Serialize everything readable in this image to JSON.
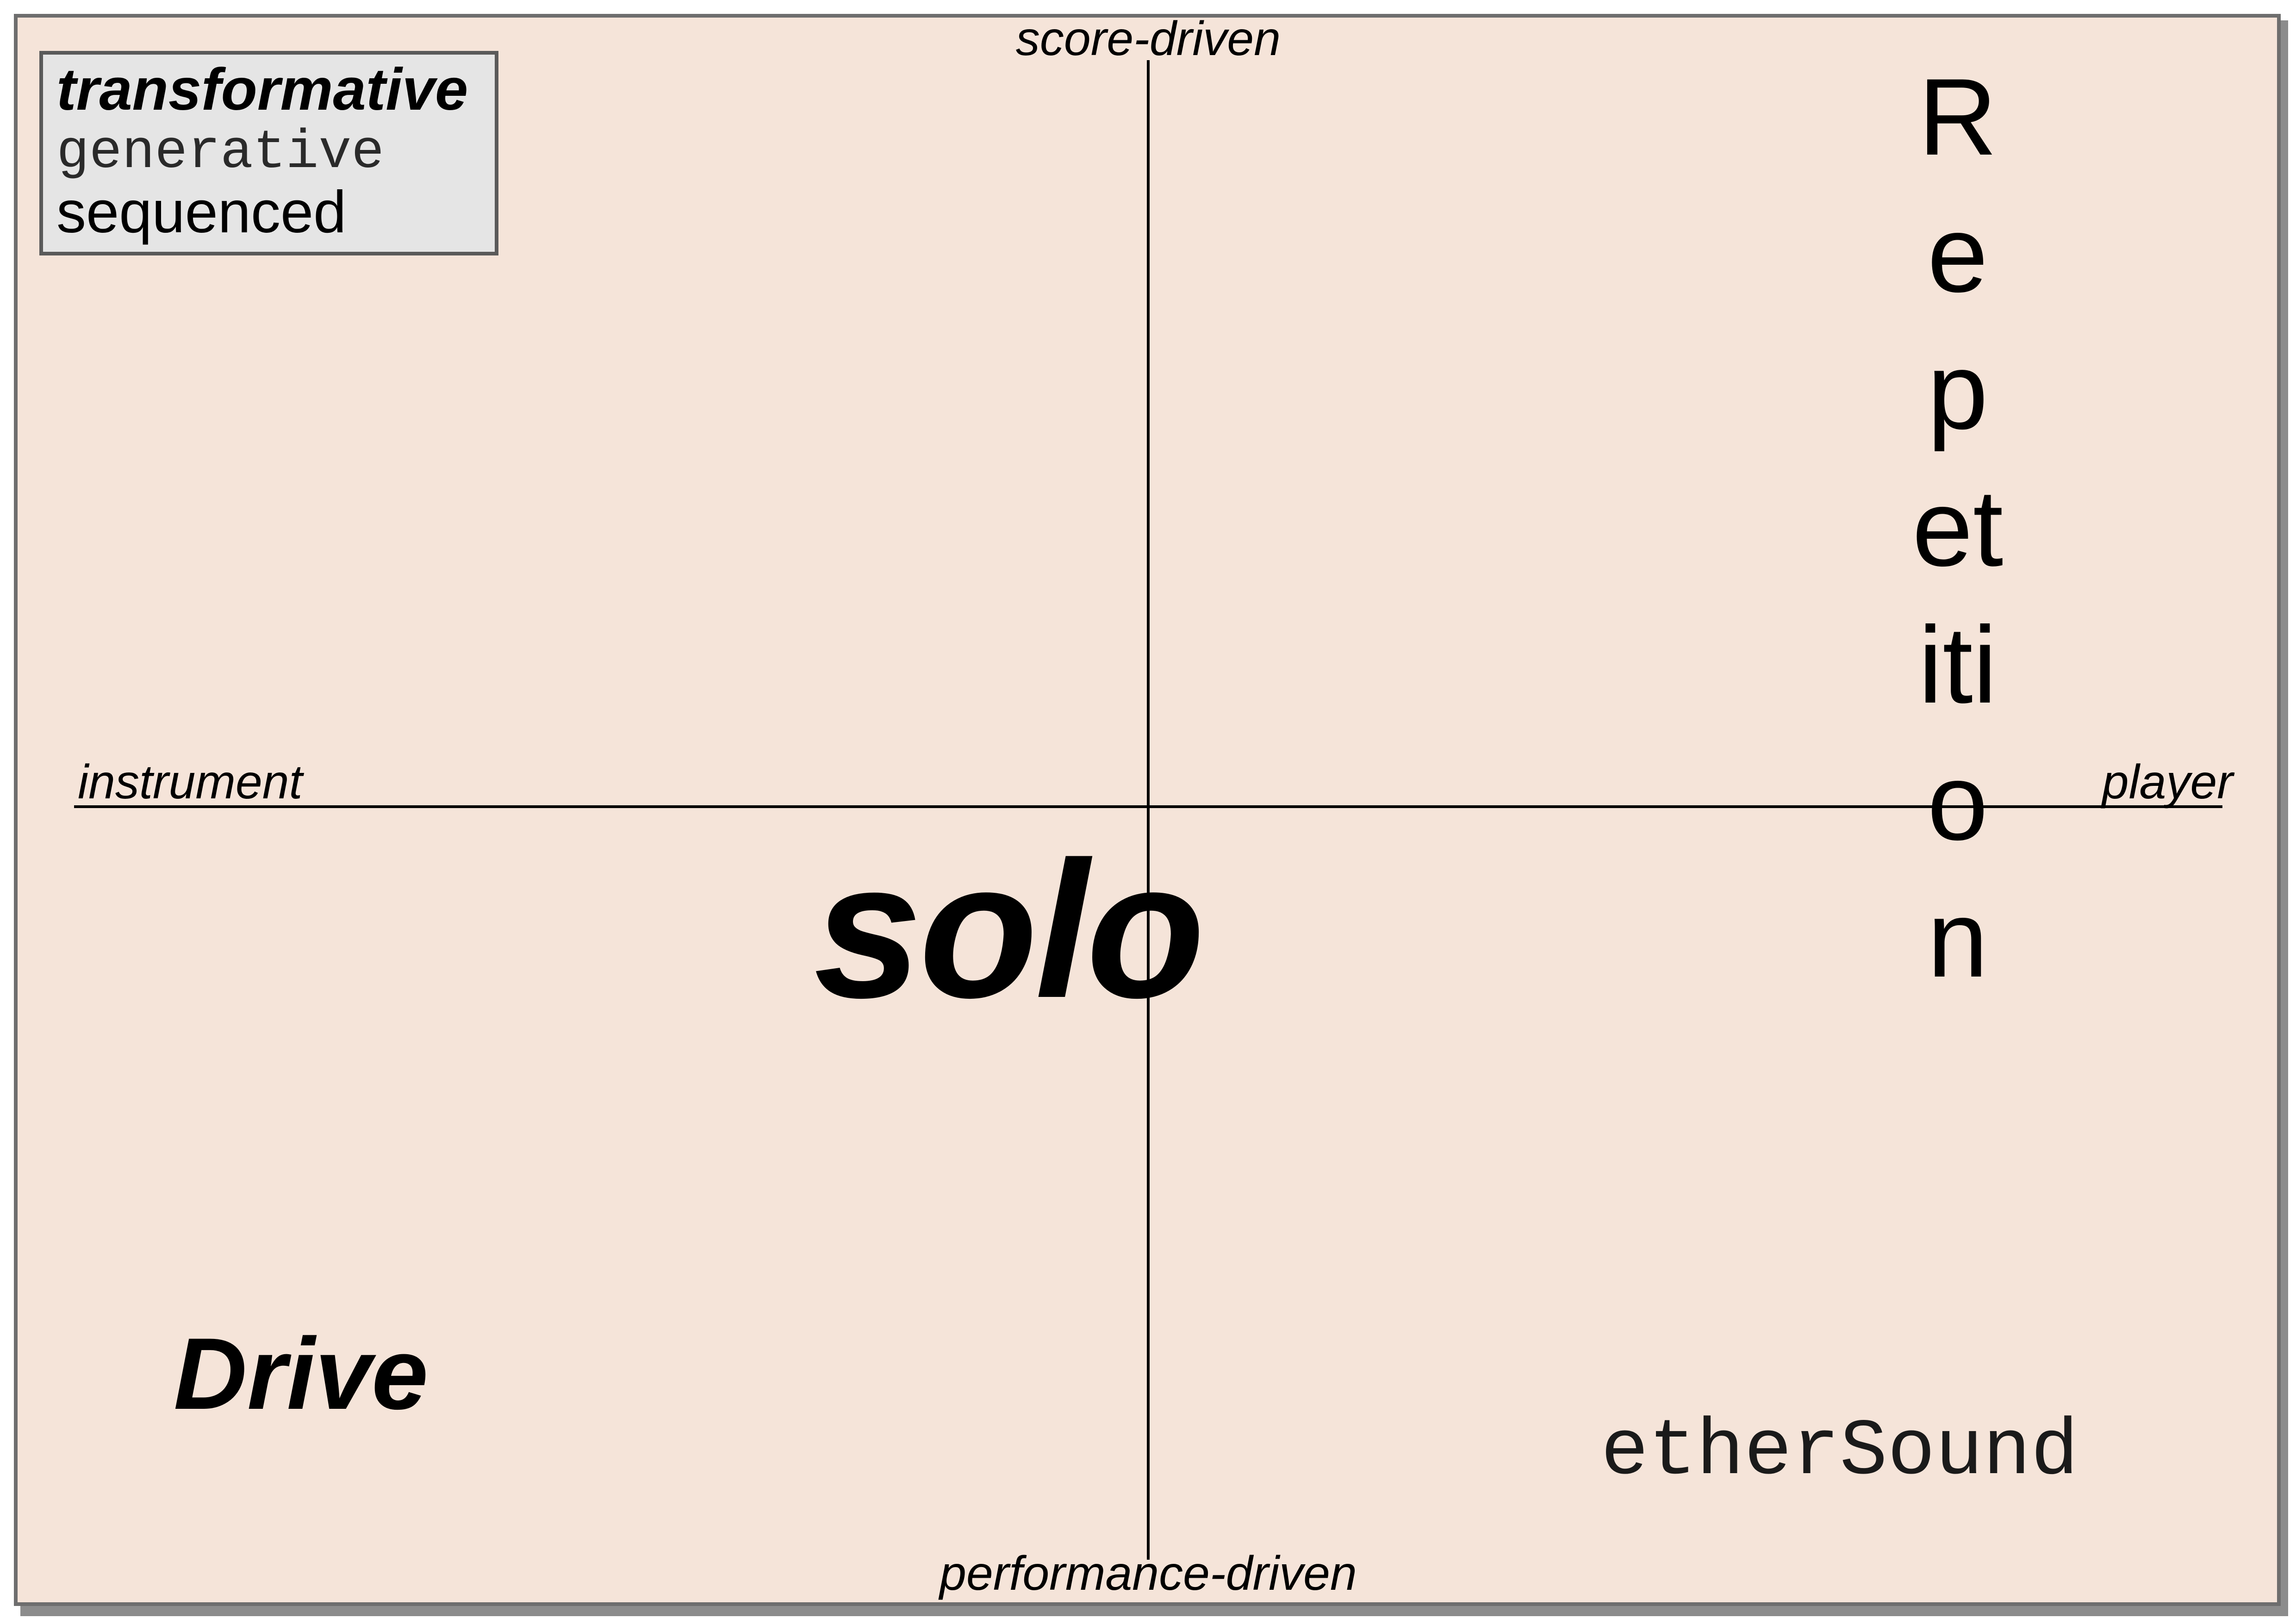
{
  "legend": {
    "transformative": "transformative",
    "generative": "generative",
    "sequenced": "sequenced"
  },
  "axes": {
    "top": "score-driven",
    "bottom": "performance-driven",
    "left": "instrument",
    "right": "player"
  },
  "works": {
    "solo": "solo",
    "drive": "Drive",
    "repetition": "Repetition",
    "ethersound": "etherSound"
  },
  "colors": {
    "background": "#f5e4d9",
    "legend_background": "#e5e5e5",
    "frame_border": "#6e6e6e",
    "text": "#000000"
  }
}
